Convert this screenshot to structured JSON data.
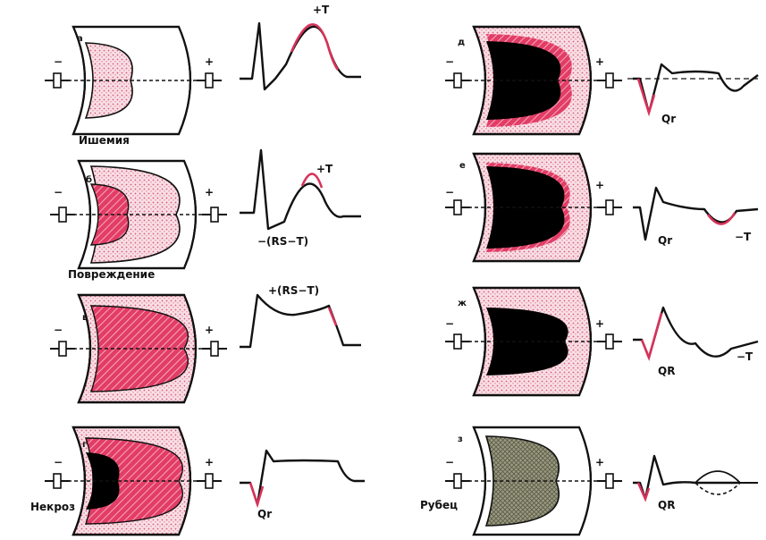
{
  "colors": {
    "ink": "#111111",
    "red": "#d8325a",
    "zone_pink": "#f0b0c0",
    "zone_light": "#f6d6de",
    "necrosis": "#000000",
    "scar": "#8a8a70"
  },
  "panels": [
    {
      "letter": "а",
      "electrode_left": "−",
      "electrode_right": "+",
      "wave_label": "+T",
      "zone_label": "Ишемия"
    },
    {
      "letter": "б",
      "electrode_left": "−",
      "electrode_right": "+",
      "wave_label": "+T",
      "wave_label_2": "−(RS−T)",
      "zone_label": "Повреждение"
    },
    {
      "letter": "в",
      "electrode_left": "−",
      "electrode_right": "+",
      "wave_label": "+(RS−T)"
    },
    {
      "letter": "г",
      "electrode_left": "−",
      "electrode_right": "+",
      "wave_label": "Qr",
      "zone_label": "Некроз"
    },
    {
      "letter": "д",
      "electrode_left": "−",
      "electrode_right": "+",
      "wave_label": "Qr"
    },
    {
      "letter": "е",
      "electrode_left": "−",
      "electrode_right": "+",
      "wave_label": "Qr",
      "wave_label_2": "−T"
    },
    {
      "letter": "ж",
      "electrode_left": "−",
      "electrode_right": "+",
      "wave_label": "QR",
      "wave_label_2": "−T"
    },
    {
      "letter": "з",
      "electrode_left": "−",
      "electrode_right": "+",
      "wave_label": "QR",
      "zone_label": "Рубец"
    }
  ]
}
